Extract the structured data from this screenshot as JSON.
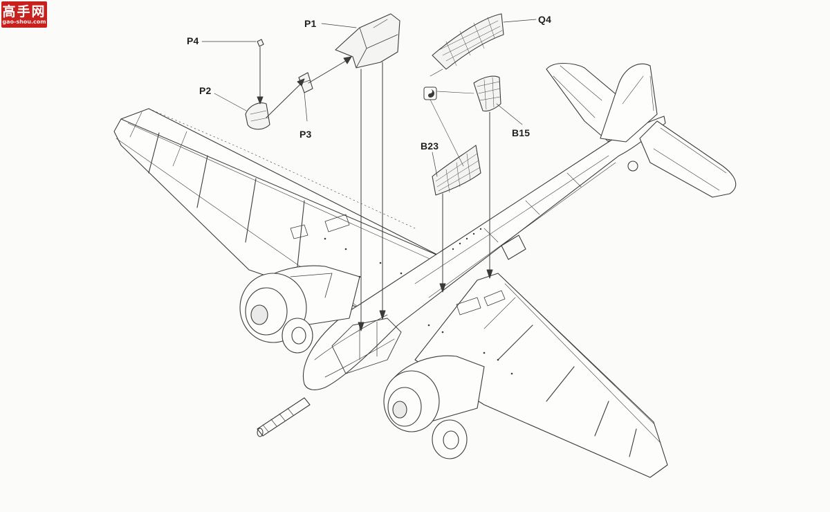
{
  "watermark": {
    "title": "高手网",
    "url": "gao-shou.com",
    "bg_color": "#c8201c"
  },
  "labels": {
    "p1": "P1",
    "p2": "P2",
    "p3": "P3",
    "p4": "P4",
    "q4": "Q4",
    "b15": "B15",
    "b23": "B23"
  },
  "line_color": "#3a3a3a"
}
